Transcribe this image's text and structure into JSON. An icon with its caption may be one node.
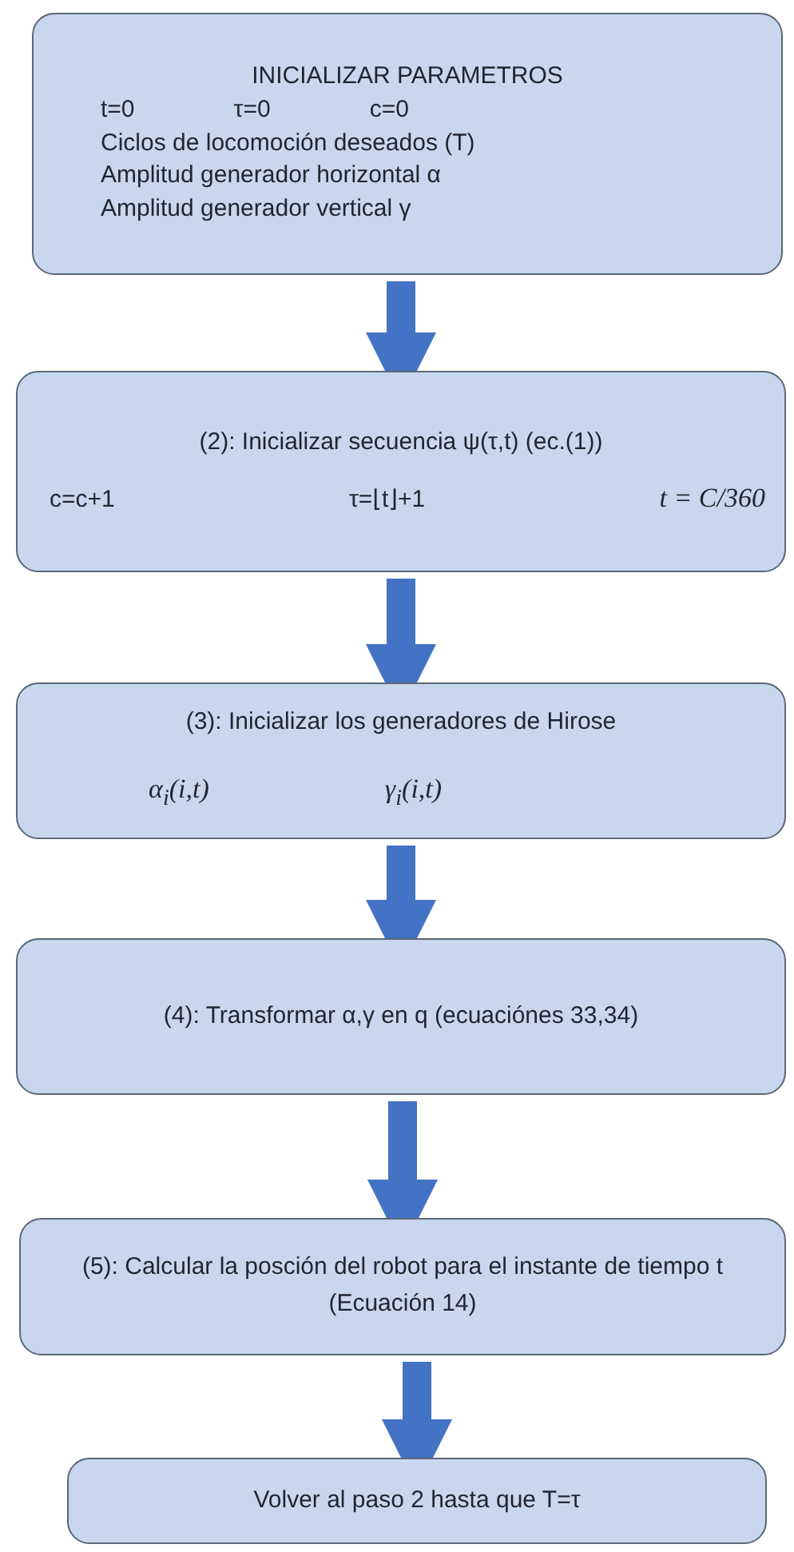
{
  "diagram": {
    "nodes": [
      {
        "text": [
          "INICIALIZAR PARAMETROS",
          "t=0",
          "τ=0",
          "c=0",
          "Ciclos de locomoción deseados (T)",
          "Amplitud generador horizontal α",
          "Amplitud generador vertical γ"
        ]
      },
      {
        "text": [
          "(2): Inicializar secuencia ψ(τ,t) (ec.(1))",
          "c=c+1",
          "τ=⌊t⌋+1",
          "t = C/360"
        ]
      },
      {
        "text": [
          "(3): Inicializar los generadores de Hirose",
          "α$_{i}$(i,t)",
          "γ$_{i}$(i,t)"
        ]
      },
      {
        "text": [
          "(4): Transformar α,γ en q (ecuaciónes 33,34)"
        ]
      },
      {
        "text": [
          "(5): Calcular la posción del robot para el instante de tiempo t",
          "(Ecuación 14)"
        ]
      },
      {
        "text": [
          "Volver al paso 2 hasta que T=τ"
        ]
      }
    ],
    "edges": [
      {
        "from": 0,
        "to": 1,
        "arrow": "to"
      },
      {
        "from": 1,
        "to": 2,
        "arrow": "to"
      },
      {
        "from": 2,
        "to": 3,
        "arrow": "to"
      },
      {
        "from": 3,
        "to": 4,
        "arrow": "to"
      },
      {
        "from": 4,
        "to": 5,
        "arrow": "to"
      }
    ]
  }
}
